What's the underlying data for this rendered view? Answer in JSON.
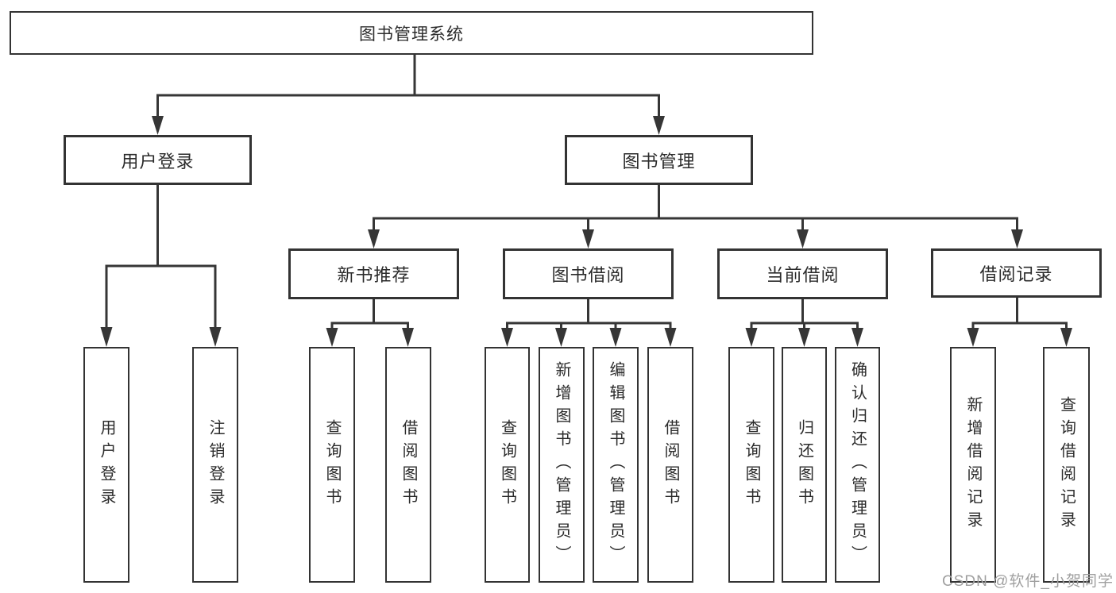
{
  "title": "图书管理系统",
  "watermark": "CSDN @软件_小贺同学",
  "colors": {
    "line": "#363636",
    "box_border": "#333333",
    "box_fill": "#ffffff",
    "text": "#2b2b2b",
    "watermark": "#a0a0a0"
  },
  "tree": {
    "root": "图书管理系统",
    "children": [
      {
        "label": "用户登录",
        "children": [
          "用户登录",
          "注销登录"
        ]
      },
      {
        "label": "图书管理",
        "children": [
          {
            "label": "新书推荐",
            "children": [
              "查询图书",
              "借阅图书"
            ]
          },
          {
            "label": "图书借阅",
            "children": [
              "查询图书",
              "新增图书（管理员）",
              "编辑图书（管理员）",
              "借阅图书"
            ]
          },
          {
            "label": "当前借阅",
            "children": [
              "查询图书",
              "归还图书",
              "确认归还（管理员）"
            ]
          },
          {
            "label": "借阅记录",
            "children": [
              "新增借阅记录",
              "查询借阅记录"
            ]
          }
        ]
      }
    ]
  }
}
